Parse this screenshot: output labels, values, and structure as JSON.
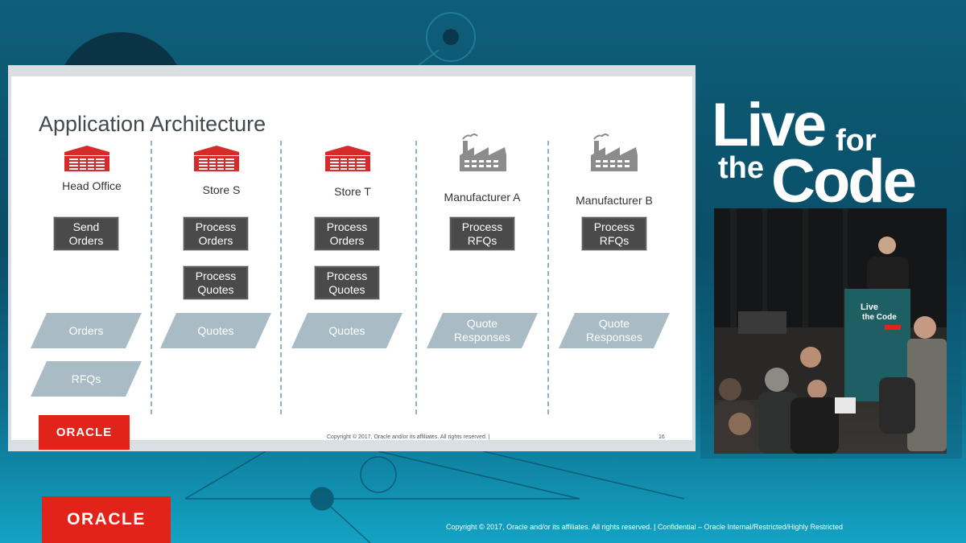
{
  "slide": {
    "title": "Application Architecture",
    "columns": [
      {
        "label": "Head Office",
        "icon": "warehouse-icon",
        "processes": [
          "Send\nOrders"
        ],
        "data": [
          "Orders",
          "RFQs"
        ]
      },
      {
        "label": "Store S",
        "icon": "warehouse-icon",
        "processes": [
          "Process\nOrders",
          "Process\nQuotes"
        ],
        "data": [
          "Quotes"
        ]
      },
      {
        "label": "Store T",
        "icon": "warehouse-icon",
        "processes": [
          "Process\nOrders",
          "Process\nQuotes"
        ],
        "data": [
          "Quotes"
        ]
      },
      {
        "label": "Manufacturer A",
        "icon": "factory-icon",
        "processes": [
          "Process\nRFQs"
        ],
        "data": [
          "Quote\nResponses"
        ]
      },
      {
        "label": "Manufacturer B",
        "icon": "factory-icon",
        "processes": [
          "Process\nRFQs"
        ],
        "data": [
          "Quote\nResponses"
        ]
      }
    ],
    "logo_text": "ORACLE",
    "footer": "Copyright © 2017, Oracle and/or its affiliates. All rights reserved.  |",
    "page_number": "16"
  },
  "brand": {
    "live": "Live",
    "for": "for",
    "the": "the",
    "code": "Code"
  },
  "bottom": {
    "logo_text": "ORACLE",
    "footer": "Copyright © 2017, Oracle and/or its affiliates. All rights reserved.   |   Confidential – Oracle Internal/Restricted/Highly Restricted"
  },
  "colors": {
    "accent_red": "#e2231a",
    "process_box": "#4a4a4a",
    "data_shape": "#a9bcc6",
    "divider": "#8fb2cc"
  }
}
